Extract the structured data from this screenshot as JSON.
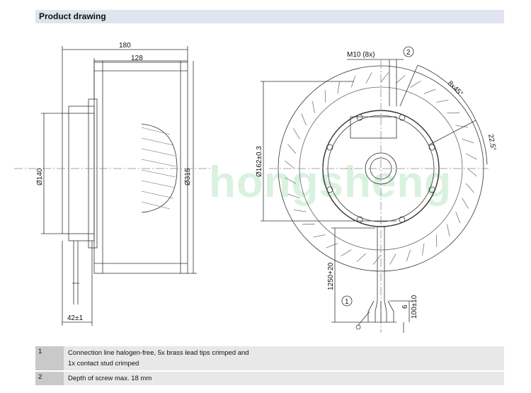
{
  "header": {
    "title": "Product drawing"
  },
  "side_view": {
    "dim_width_total": "180",
    "dim_width_housing": "128",
    "dim_dia_motor": "Ø140",
    "dim_dia_impeller": "Ø315",
    "dim_flange": "42±1"
  },
  "front_view": {
    "thread": "M10 (8x)",
    "callout_2": "2",
    "angle_spacing": "8x45°",
    "angle_offset": "22.5°",
    "dim_bolt_circle": "Ø162±0.3",
    "dim_cable_length": "1250+20",
    "callout_1": "1",
    "dim_strip": "6",
    "dim_lead": "100±10"
  },
  "watermark": "hongsheng",
  "notes": [
    {
      "num": "1",
      "line1": "Connection line halogen-free, 5x brass lead tips crimped and",
      "line2": "1x contact stud crimped"
    },
    {
      "num": "2",
      "line1": "Depth of screw max. 18 mm"
    }
  ]
}
